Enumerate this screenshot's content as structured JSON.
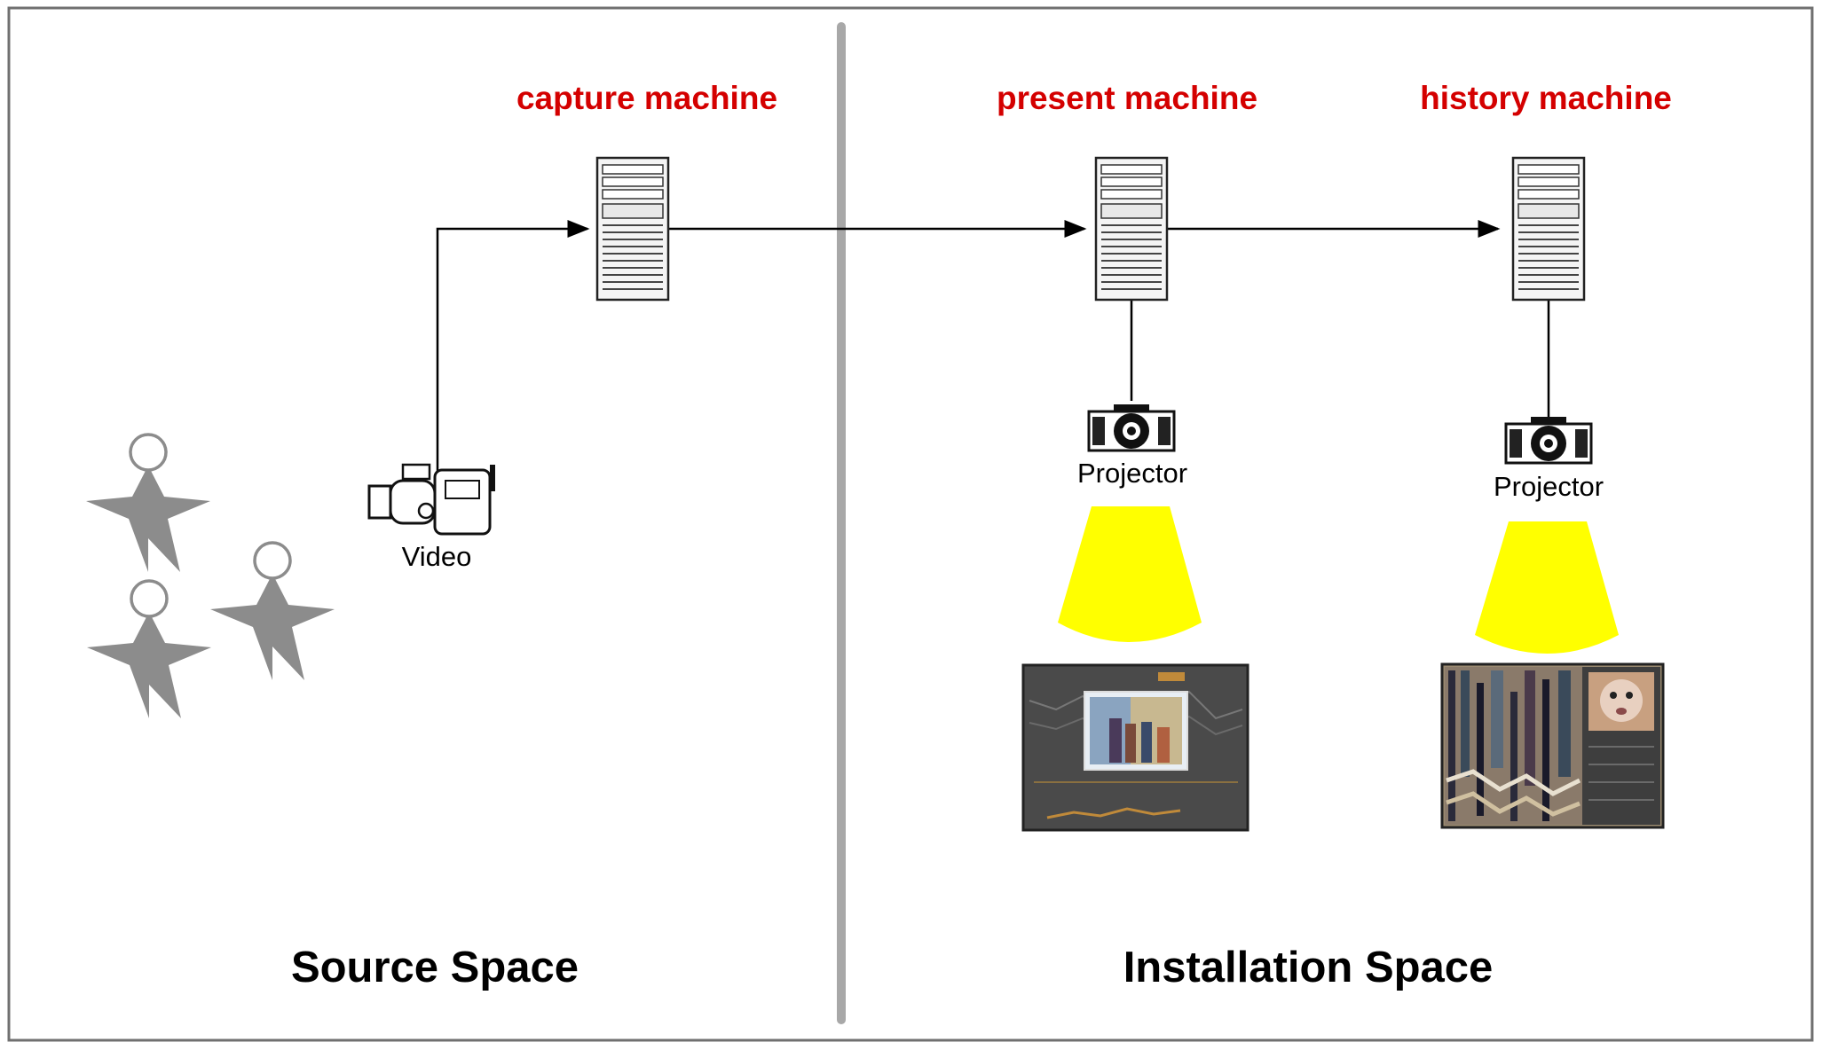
{
  "machines": {
    "capture": "capture machine",
    "present": "present machine",
    "history": "history machine"
  },
  "devices": {
    "video": "Video",
    "projector_present": "Projector",
    "projector_history": "Projector"
  },
  "spaces": {
    "source": "Source Space",
    "installation": "Installation Space"
  },
  "colors": {
    "machine_label": "#d40000",
    "light_beam": "#ffff00",
    "person": "#8c8c8c",
    "divider": "#a8a8a8",
    "frame": "#707070"
  }
}
